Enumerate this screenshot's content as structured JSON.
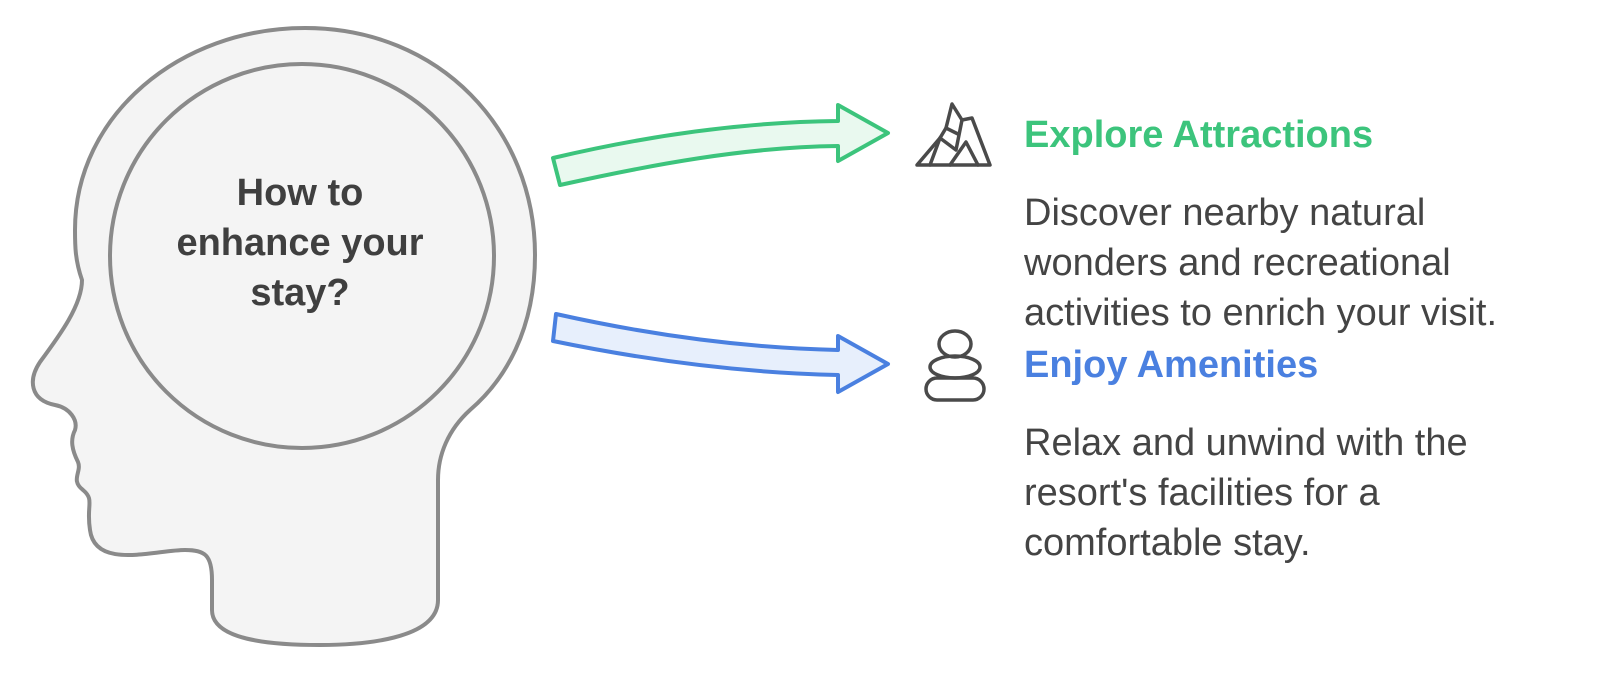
{
  "central_question": {
    "lines": [
      "How to",
      "enhance your",
      "stay?"
    ]
  },
  "branches": [
    {
      "title": "Explore Attractions",
      "description_lines": [
        "Discover nearby natural",
        "wonders and recreational",
        "activities to enrich your visit."
      ],
      "icon": "mountain-icon",
      "color": "#3cc47c",
      "arrow_fill": "#e9f9ef"
    },
    {
      "title": "Enjoy Amenities",
      "description_lines": [
        "Relax and unwind with the",
        "resort's facilities for a",
        "comfortable stay."
      ],
      "icon": "stacked-stones-icon",
      "color": "#4a80e0",
      "arrow_fill": "#e7effc"
    }
  ]
}
